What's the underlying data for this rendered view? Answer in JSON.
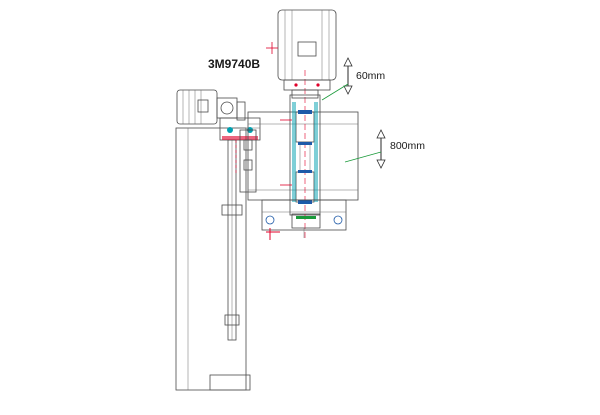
{
  "diagram": {
    "model_label": "3M9740B",
    "dimensions": [
      {
        "id": "travel-small",
        "text": "60mm"
      },
      {
        "id": "travel-large",
        "text": "800mm"
      }
    ],
    "colors": {
      "line": "#4a4a4a",
      "accent_red": "#e0002a",
      "accent_blue": "#1e5aa8",
      "accent_cyan": "#00a0b0",
      "accent_green": "#1a9a3a",
      "motor_fill": "#f4f4f4"
    }
  }
}
